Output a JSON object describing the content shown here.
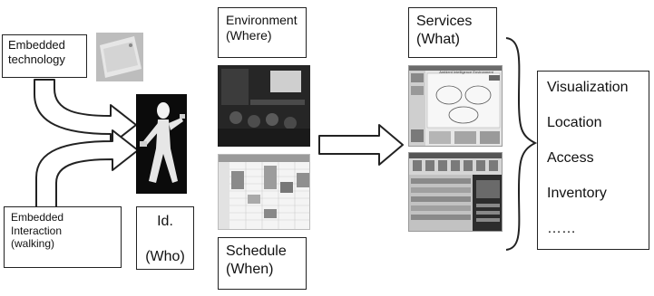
{
  "labels": {
    "embedded_technology": "Embedded\ntechnology",
    "embedded_interaction": "Embedded\nInteraction\n(walking)",
    "identity": "Id.\n\n(Who)",
    "environment": "Environment\n(Where)",
    "schedule": "Schedule\n(When)",
    "services": "Services\n(What)"
  },
  "service_list": [
    "Visualization",
    "Location",
    "Access",
    "Inventory",
    "……"
  ],
  "service_screen_title": "Ambient Intelligence Environment"
}
